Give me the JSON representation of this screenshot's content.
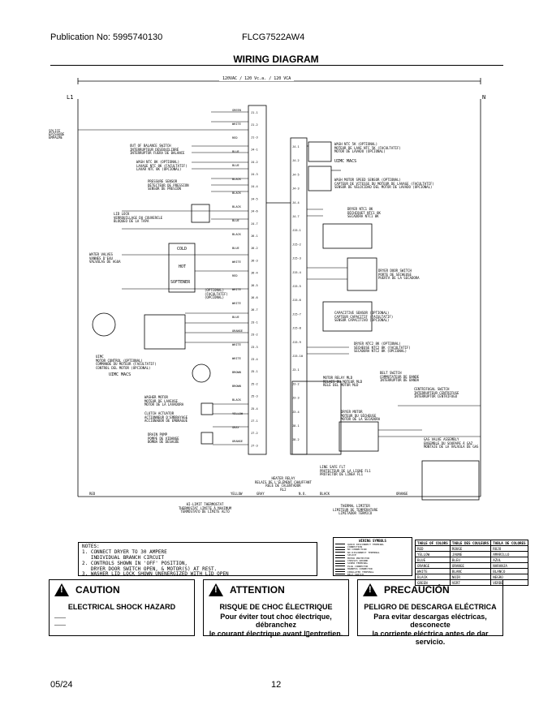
{
  "header": {
    "publication": "Publication No: 5995740130",
    "model": "FLCG7522AW4",
    "title": "WIRING DIAGRAM"
  },
  "diagram": {
    "voltage": "120VAC / 120 Vc.a. / 120 VCA",
    "l1": "L1",
    "n": "N",
    "splice": [
      "SPLICE",
      "ÉPISSURE",
      "EMPALME"
    ],
    "left_components": [
      [
        "OUT OF BALANCE SWITCH",
        "INTERRUPTEUR DÉSÉQUILIBRÉ",
        "INTERRUPTOR FUERA DE BALANCE"
      ],
      [
        "WASH NTC 8K (OPTIONAL)",
        "LAVAGE NTC 8K (FACULTATIF)",
        "LAVAR NTC 8K (OPCIONAL)"
      ],
      [
        "PRESSURE SENSOR",
        "DÉTECTEUR DE PRESSION",
        "SENSOR DE PRESIÓN"
      ],
      [
        "LID LOCK",
        "VERROUILLAGE DU COUVERCLE",
        "BLOQUEO DE LA TAPA"
      ],
      [
        "WATER VALVES",
        "VANNES D'EAU",
        "VÁLVULAS DE AGUA"
      ],
      [
        "UIMC",
        "MOTOR CONTROL (OPTIONAL)",
        "COMMANDE DU MOTEUR (FACULTATIF)",
        "CONTROL DEL MOTOR (OPCIONAL)"
      ],
      [
        "WASHER MOTOR",
        "MOTEUR DE LAVEUSE",
        "MOTOR DE LA LAVADORA"
      ],
      [
        "CLUTCH ACTUATOR",
        "ACTIONNEUR D'EMBRAYAGE",
        "ACCIONADOR DE EMBRAGUE"
      ],
      [
        "DRAIN PUMP",
        "POMPE DE VIDANGE",
        "BOMBA DE DESAGÜE"
      ]
    ],
    "valves": [
      "COLD",
      "HOT",
      "SOFTENER"
    ],
    "softener_opt": [
      "(OPTIONAL)",
      "(FACULTATIF)",
      "(OPCIONAL)"
    ],
    "uimc_macs_left": "UIMC MACS",
    "uimc_macs_right": "UIMC MACS",
    "right_components": [
      [
        "WASH NTC 5K (OPTIONAL)",
        "MOTEUR DE LAVE NTC 5K (FACULTATIF)",
        "MOTOR DE LAVADO (OPCIONAL)"
      ],
      [
        "WASH MOTOR SPEED SENSOR (OPTIONAL)",
        "CAPTEUR DE VITESSE DU MOTEUR DE LAVAGE (FACULTATIF)",
        "SENSOR DE VELOCIDAD DEL MOTOR DE LAVADO (OPCIONAL)"
      ],
      [
        "DRYER NTC1 8K",
        "DÉCHIQUET NTC1 8K",
        "SECADORA NTC1 8K"
      ],
      [
        "DRYER DOOR SWITCH",
        "PORTE DE SÉCHEUSE",
        "PUERTA DE LA SECADORA"
      ],
      [
        "CAPACITIVE SENSOR (OPTIONAL)",
        "CAPTEUR CAPACITIF (FACULTATIF)",
        "SENSOR CAPACITIVO (OPCIONAL)"
      ],
      [
        "DRYER NTC2 8K (OPTIONAL)",
        "SÉCHEUSE NTC2 8K (FACULTATIF)",
        "SECADORA NTC2 8K (OPCIONAL)"
      ],
      [
        "MOTOR RELAY MLD",
        "RELAIS DU MOTEUR MLD",
        "RELÉ DEL MOTOR MLD"
      ],
      [
        "BELT SWITCH",
        "COMMUTATEUR DE BANDE",
        "INTERRUPTOR DE BANDA"
      ],
      [
        "CENTRIFUGAL SWITCH",
        "INTERRUPTEUR CENTRIFUGE",
        "INTERRUPTOR CENTRÍFUGO"
      ],
      [
        "DRYER MOTOR",
        "MOTEUR DU SÉCHEUSE",
        "MOTOR DE LA SECADORA"
      ],
      [
        "GAS VALVE ASSEMBLY",
        "ENSEMBLE DU SOUPAPE À GAZ",
        "MONTAJE DE LA VÁLVULA DE GAS"
      ],
      [
        "LINE SAFE FLT",
        "PROTECTEUR DE LA LIGNE FL1",
        "PROTECTOR DE LÍNEA FL1"
      ],
      [
        "HEATER RELAY",
        "RELAIS DE L'ÉLÉMENT CHAUFFANT",
        "RELÉ DE CALENTADOR",
        "RL2"
      ],
      [
        "HI-LIMIT THERMOSTAT",
        "THERMOSTAT LIMITE À MAXIMUM",
        "TERMOSTATO DE LÍMITE ALTO"
      ],
      [
        "THERMAL LIMITER",
        "LIMITEUR DE TEMPÉRATURE",
        "LIMITADOR TÉRMICO"
      ]
    ],
    "j1_pins": [
      "J1-1",
      "J1-2",
      "J1-3",
      "J4-1",
      "J4-2",
      "J4-3",
      "J4-4",
      "J4-5",
      "J4-6",
      "J4-7",
      "J6-1",
      "J6-2",
      "J6-3",
      "J6-4",
      "J6-5",
      "J6-6",
      "J6-7",
      "J3-1",
      "J3-2",
      "J3-3",
      "J3-4",
      "J5-1",
      "J5-2",
      "J5-3",
      "J5-4",
      "J7-1",
      "J7-2",
      "J7-3"
    ],
    "j_right_pins": [
      "J4-1",
      "J4-2",
      "J4-5",
      "J4-3",
      "J4-4",
      "J4-7",
      "J15-1",
      "J15-2",
      "J15-3",
      "J15-4",
      "J15-5",
      "J15-6",
      "J15-7",
      "J15-8",
      "J15-9",
      "J15-10",
      "J3-1",
      "J3-2",
      "J3-3",
      "J3-4",
      "J8-1",
      "J8-2"
    ],
    "wire_colors": [
      "GREEN",
      "WHITE",
      "RED",
      "BLUE",
      "BLUE",
      "BLACK",
      "BLACK",
      "BLACK",
      "BLUE",
      "BLACK",
      "BLUE",
      "WHITE",
      "RED",
      "WHITE",
      "WHITE",
      "BLUE",
      "ORANGE",
      "WHITE",
      "WHITE",
      "BROWN",
      "BROWN",
      "BLACK",
      "YELLOW",
      "GRAY",
      "ORANGE"
    ],
    "bottom_labels": [
      "RED",
      "YELLOW",
      "GRAY",
      "N.O.",
      "BLACK",
      "ORANGE"
    ]
  },
  "notes": {
    "title": "NOTES:",
    "lines": [
      "1. CONNECT DRYER TO 30 AMPERE",
      "   INDIVIDUAL BRANCH CIRCUIT",
      "2. CONTROLS SHOWN IN 'OFF' POSITION,",
      "   DRYER DOOR SWITCH OPEN, & MOTOR(S) AT REST.",
      "3. WASHER LID LOCK SHOWN UNENERGIZED WITH LID OPEN"
    ]
  },
  "symbols": {
    "title": "WIRING SYMBOLS",
    "items": [
      "QUICK DISCONNECT TERMINAL",
      "CONNECTION",
      "NO CONNECTION",
      "NO DISCONNECT TERMINAL",
      "SPLICE",
      "MOTOR PROTECTOR",
      "CHASSIS GROUND",
      "SCREW TERMINAL",
      "PLUG CONNECTOR",
      "HARNESS CONNECTOR",
      "INSULATED TERMINAL",
      "BELT SWITCH"
    ]
  },
  "colors_table": {
    "headers": [
      "TABLE OF COLORS",
      "TABLE DES COULEURS",
      "TABLA DE COLORES"
    ],
    "rows": [
      [
        "RED",
        "ROUGE",
        "ROJO"
      ],
      [
        "YELLOW",
        "JAUNE",
        "AMARILLO"
      ],
      [
        "BLUE",
        "BLEU",
        "AZUL"
      ],
      [
        "ORANGE",
        "ORANGE",
        "NARANJA"
      ],
      [
        "WHITE",
        "BLANC",
        "BLANCO"
      ],
      [
        "BLACK",
        "NOIR",
        "NEGRO"
      ],
      [
        "GREEN",
        "VERT",
        "VERDE"
      ]
    ]
  },
  "warnings": [
    {
      "heading": "CAUTION",
      "sub": "ELECTRICAL SHOCK HAZARD",
      "body": []
    },
    {
      "heading": "ATTENTION",
      "sub": "RISQUE DE CHOC ÉLECTRIQUE",
      "body": [
        "Pour éviter tout choc électrique, débranchez",
        "le courant électrique avant l▯entretien."
      ]
    },
    {
      "heading": "PRECAUCIÓN",
      "sub": "PELIGRO DE DESCARGA ELÉCTRICA",
      "body": [
        "Para evitar descargas eléctricas, desconecte",
        "la corriente eléctrica antes de dar servicio."
      ]
    }
  ],
  "footer": {
    "date": "05/24",
    "page": "12"
  }
}
